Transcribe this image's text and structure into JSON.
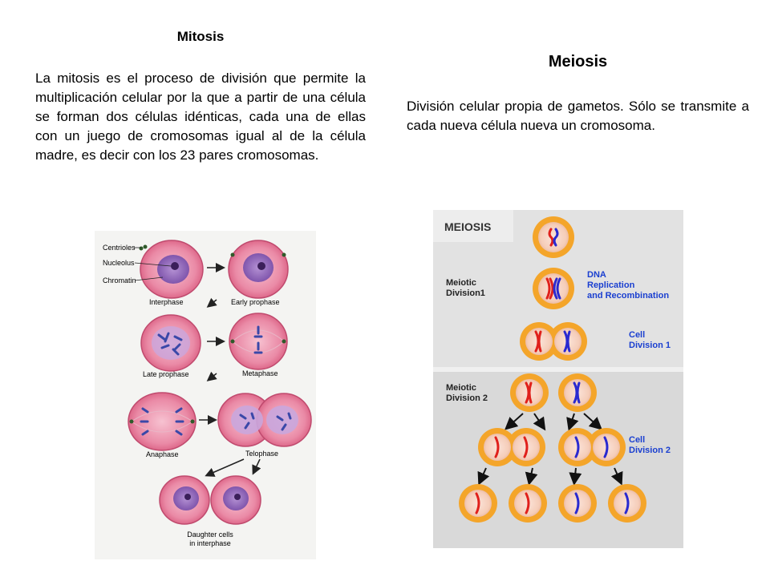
{
  "mitosis": {
    "title": "Mitosis",
    "text": "La mitosis es el proceso de división que permite la multiplicación celular por la que a partir de una célula se forman dos células idénticas, cada una de ellas con un juego de cromosomas igual al de la célula madre, es decir con los 23 pares cromosomas.",
    "figure": {
      "labels": {
        "centrioles": "Centrioles",
        "nucleolus": "Nucleolus",
        "chromatin": "Chromatin",
        "interphase": "Interphase",
        "early_prophase": "Early prophase",
        "late_prophase": "Late prophase",
        "metaphase": "Metaphase",
        "anaphase": "Anaphase",
        "telophase": "Telophase",
        "daughter_line1": "Daughter cells",
        "daughter_line2": "in interphase"
      }
    }
  },
  "meiosis": {
    "title": "Meiosis",
    "text": "División celular propia de gametos. Sólo se transmite a cada nueva célula nueva un cromosoma.",
    "figure": {
      "header": "MEIOSIS",
      "meiotic_division1_line1": "Meiotic",
      "meiotic_division1_line2": "Division1",
      "meiotic_division2_line1": "Meiotic",
      "meiotic_division2_line2": "Division 2",
      "dna_line1": "DNA",
      "dna_line2": "Replication",
      "dna_line3": "and Recombination",
      "cell_div1_line1": "Cell",
      "cell_div1_line2": "Division 1",
      "cell_div2_line1": "Cell",
      "cell_div2_line2": "Division 2"
    }
  },
  "colors": {
    "label_blue": "#1a3fd0",
    "cell_orange": "#f4a52a",
    "cell_inner": "#f6d3c2",
    "mitosis_cell": "#e06f90",
    "nucleus_purple": "#9a6fc2",
    "chrom_red": "#e0201b",
    "chrom_blue": "#2a2ad0"
  }
}
